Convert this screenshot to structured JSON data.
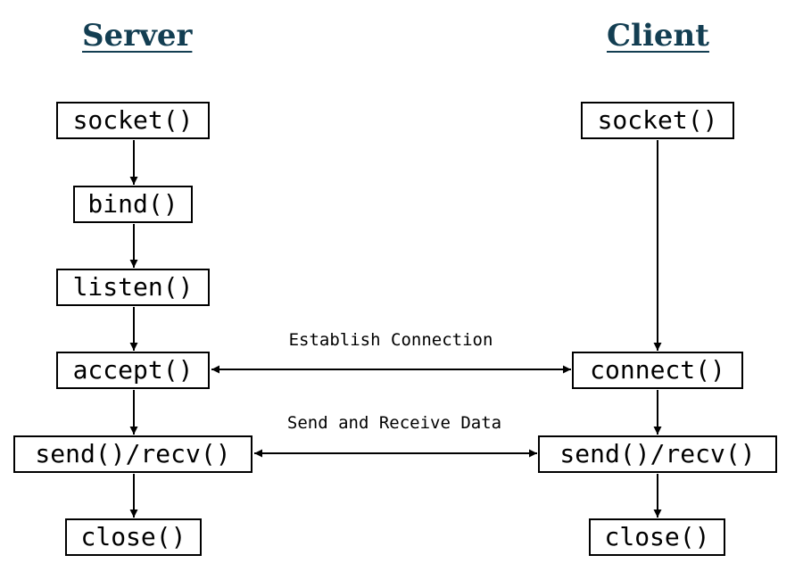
{
  "titles": {
    "server": "Server",
    "client": "Client"
  },
  "server": {
    "socket": "socket()",
    "bind": "bind()",
    "listen": "listen()",
    "accept": "accept()",
    "sendrecv": "send()/recv()",
    "close": "close()"
  },
  "client": {
    "socket": "socket()",
    "connect": "connect()",
    "sendrecv": "send()/recv()",
    "close": "close()"
  },
  "labels": {
    "establish": "Establish Connection",
    "send_receive": "Send and Receive Data"
  }
}
